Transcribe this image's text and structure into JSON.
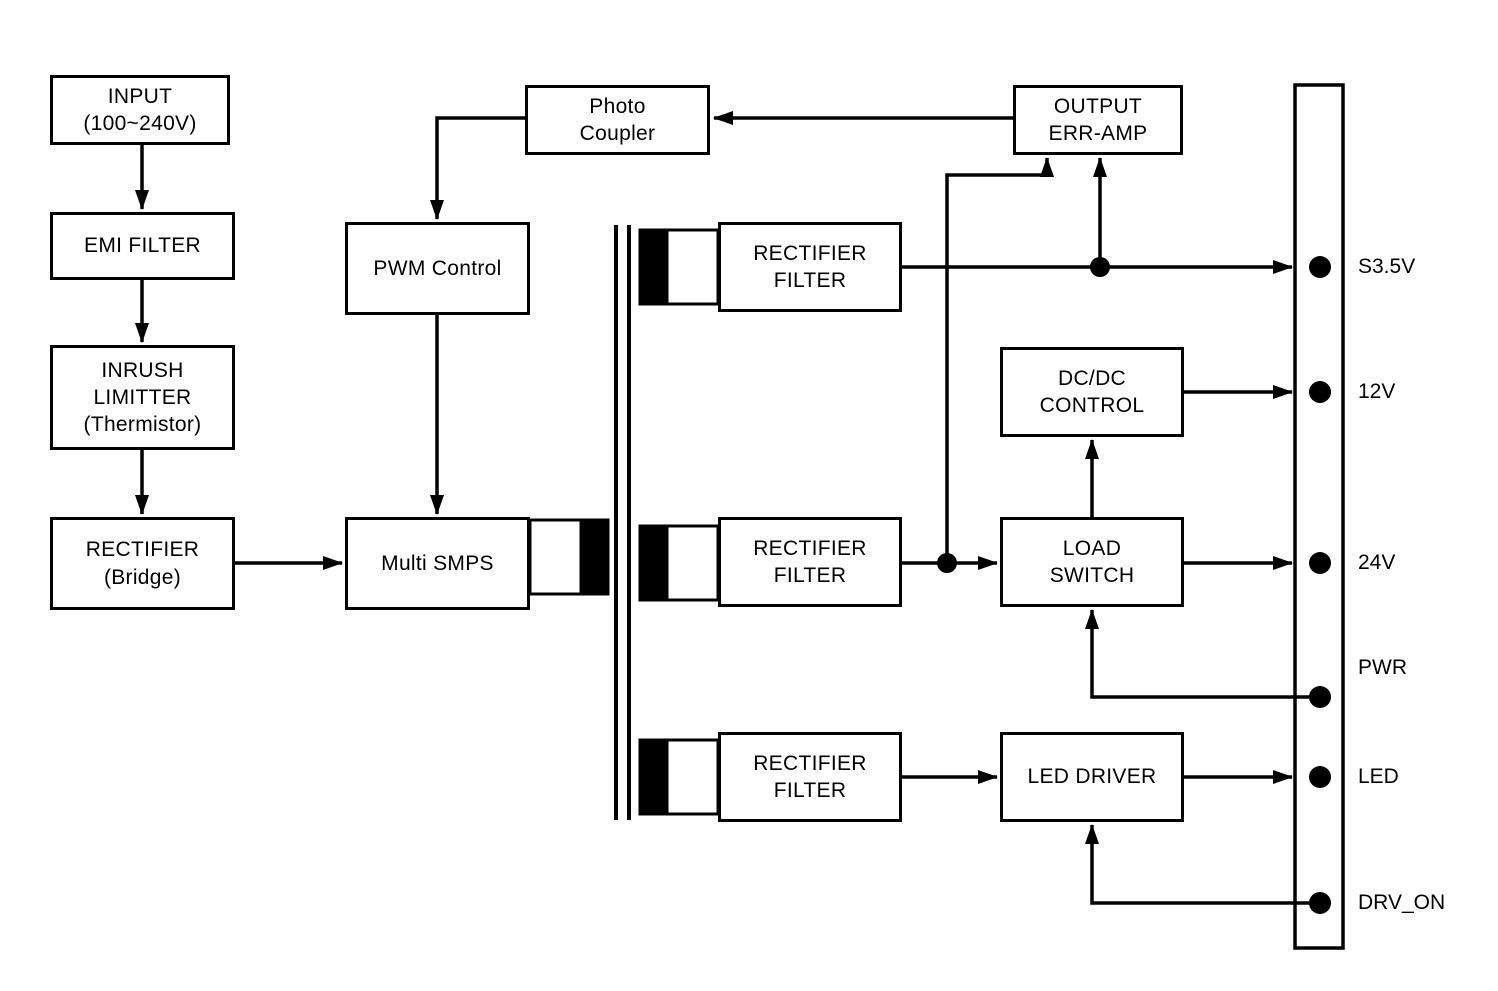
{
  "diagram": {
    "nodes": {
      "input": {
        "lines": [
          "INPUT",
          "(100~240V)"
        ]
      },
      "emi_filter": {
        "lines": [
          "EMI FILTER"
        ]
      },
      "inrush_limitter": {
        "lines": [
          "INRUSH",
          "LIMITTER",
          "(Thermistor)"
        ]
      },
      "rectifier_bridge": {
        "lines": [
          "RECTIFIER",
          "(Bridge)"
        ]
      },
      "pwm_control": {
        "lines": [
          "PWM Control"
        ]
      },
      "multi_smps": {
        "lines": [
          "Multi SMPS"
        ]
      },
      "photo_coupler": {
        "lines": [
          "Photo",
          "Coupler"
        ]
      },
      "output_err_amp": {
        "lines": [
          "OUTPUT",
          "ERR-AMP"
        ]
      },
      "rectifier_filter_top": {
        "lines": [
          "RECTIFIER",
          "FILTER"
        ]
      },
      "rectifier_filter_mid": {
        "lines": [
          "RECTIFIER",
          "FILTER"
        ]
      },
      "rectifier_filter_bot": {
        "lines": [
          "RECTIFIER",
          "FILTER"
        ]
      },
      "dcdc_control": {
        "lines": [
          "DC/DC",
          "CONTROL"
        ]
      },
      "load_switch": {
        "lines": [
          "LOAD",
          "SWITCH"
        ]
      },
      "led_driver": {
        "lines": [
          "LED DRIVER"
        ]
      }
    },
    "output_ports": [
      "S3.5V",
      "12V",
      "24V",
      "PWR",
      "LED",
      "DRV_ON"
    ],
    "colors": {
      "line": "#000000",
      "background": "#ffffff",
      "box_fill": "#ffffff"
    }
  }
}
